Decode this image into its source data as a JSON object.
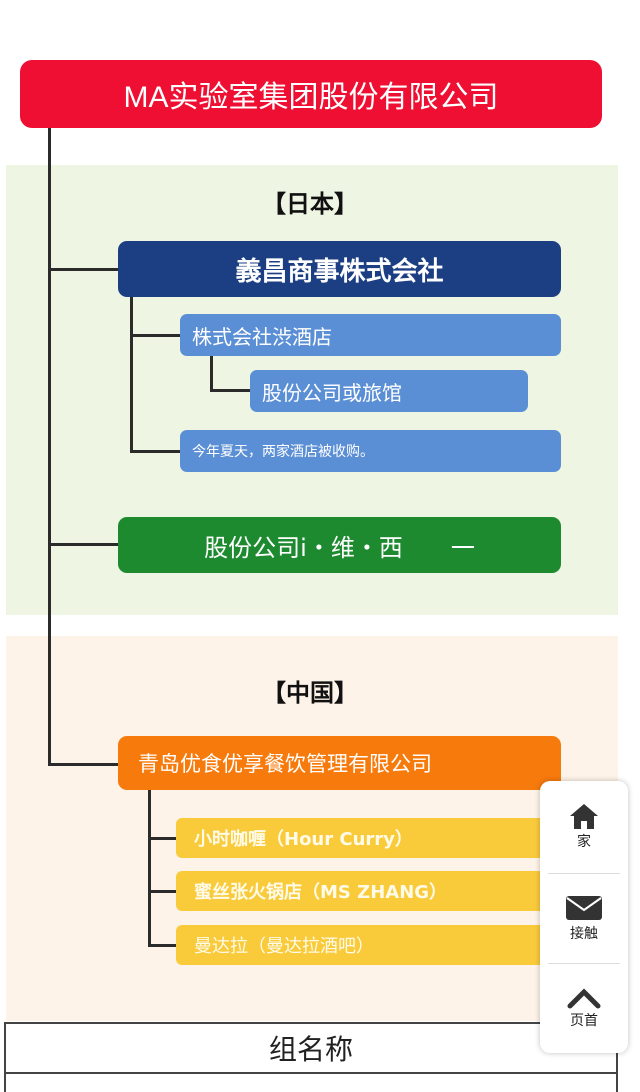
{
  "root": "MA实验室集团股份有限公司",
  "japan": {
    "region_label": "【日本】",
    "company": "義昌商事株式会社",
    "subsidiary": "株式会社渋酒店",
    "sub_subsidiary": "股份公司或旅馆",
    "note": "今年夏天，两家酒店被收购。",
    "second_company": "股份公司i・维・西　　一"
  },
  "china": {
    "region_label": "【中国】",
    "company": "青岛优食优享餐饮管理有限公司",
    "stores": [
      "小时咖喱（Hour Curry）",
      "蜜丝张火锅店（MS ZHANG）",
      "曼达拉（曼达拉酒吧）"
    ]
  },
  "table": {
    "header": "组名称"
  },
  "float_nav": {
    "home": "家",
    "contact": "接触",
    "top": "页首"
  },
  "colors": {
    "root": "#ee0f32",
    "japan_main": "#1c3f84",
    "japan_sub": "#5b8fd5",
    "japan_green": "#1e8a30",
    "china_main": "#f77a0c",
    "china_sub": "#f9cb3b"
  },
  "icons": {
    "home": "house-icon",
    "contact": "envelope-icon",
    "top": "chevron-up-icon"
  }
}
